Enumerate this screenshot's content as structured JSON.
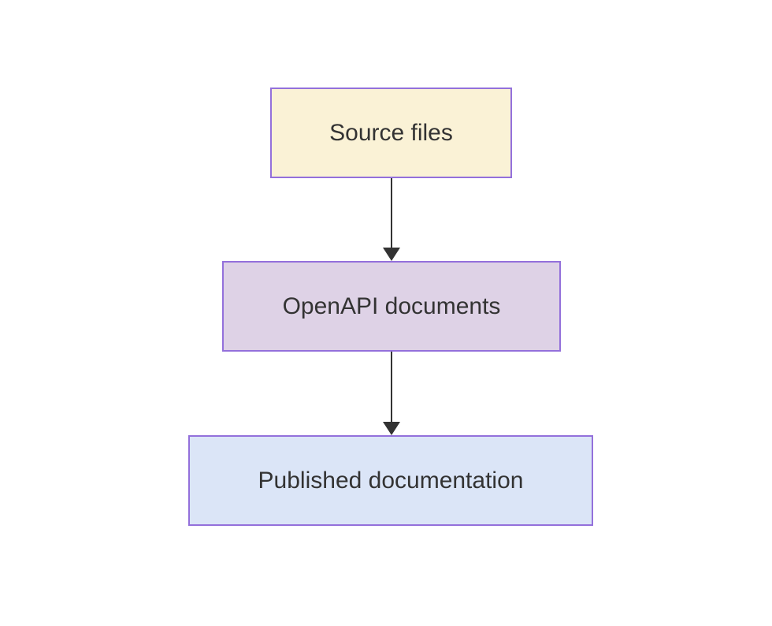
{
  "diagram": {
    "type": "flowchart",
    "direction": "top-down",
    "nodes": [
      {
        "id": "source",
        "label": "Source files",
        "fill": "#faf2d6",
        "border": "#9370db"
      },
      {
        "id": "openapi",
        "label": "OpenAPI documents",
        "fill": "#ded2e6",
        "border": "#9370db"
      },
      {
        "id": "published",
        "label": "Published documentation",
        "fill": "#dbe5f7",
        "border": "#9370db"
      }
    ],
    "edges": [
      {
        "from": "source",
        "to": "openapi",
        "style": "solid-arrow"
      },
      {
        "from": "openapi",
        "to": "published",
        "style": "solid-arrow"
      }
    ]
  },
  "colors": {
    "bg": "#ffffff",
    "node-border": "#9370db",
    "node-source-fill": "#faf2d6",
    "node-openapi-fill": "#ded2e6",
    "node-published-fill": "#dbe5f7",
    "edge-color": "#333333",
    "text-color": "#333333"
  }
}
